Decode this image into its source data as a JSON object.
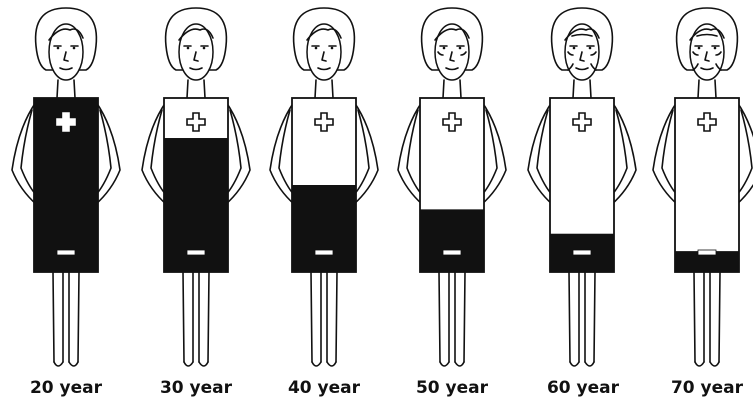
{
  "figures": [
    {
      "label": "20 year",
      "charge": 1.0
    },
    {
      "label": "30 year",
      "charge": 0.77
    },
    {
      "label": "40 year",
      "charge": 0.5
    },
    {
      "label": "50 year",
      "charge": 0.36
    },
    {
      "label": "60 year",
      "charge": 0.22
    },
    {
      "label": "70 year",
      "charge": 0.12
    }
  ],
  "colors": {
    "ink": "#111111",
    "paper": "#ffffff"
  },
  "icons": {
    "top_terminal": "plus-sign-icon",
    "bottom_terminal": "minus-sign-icon"
  }
}
